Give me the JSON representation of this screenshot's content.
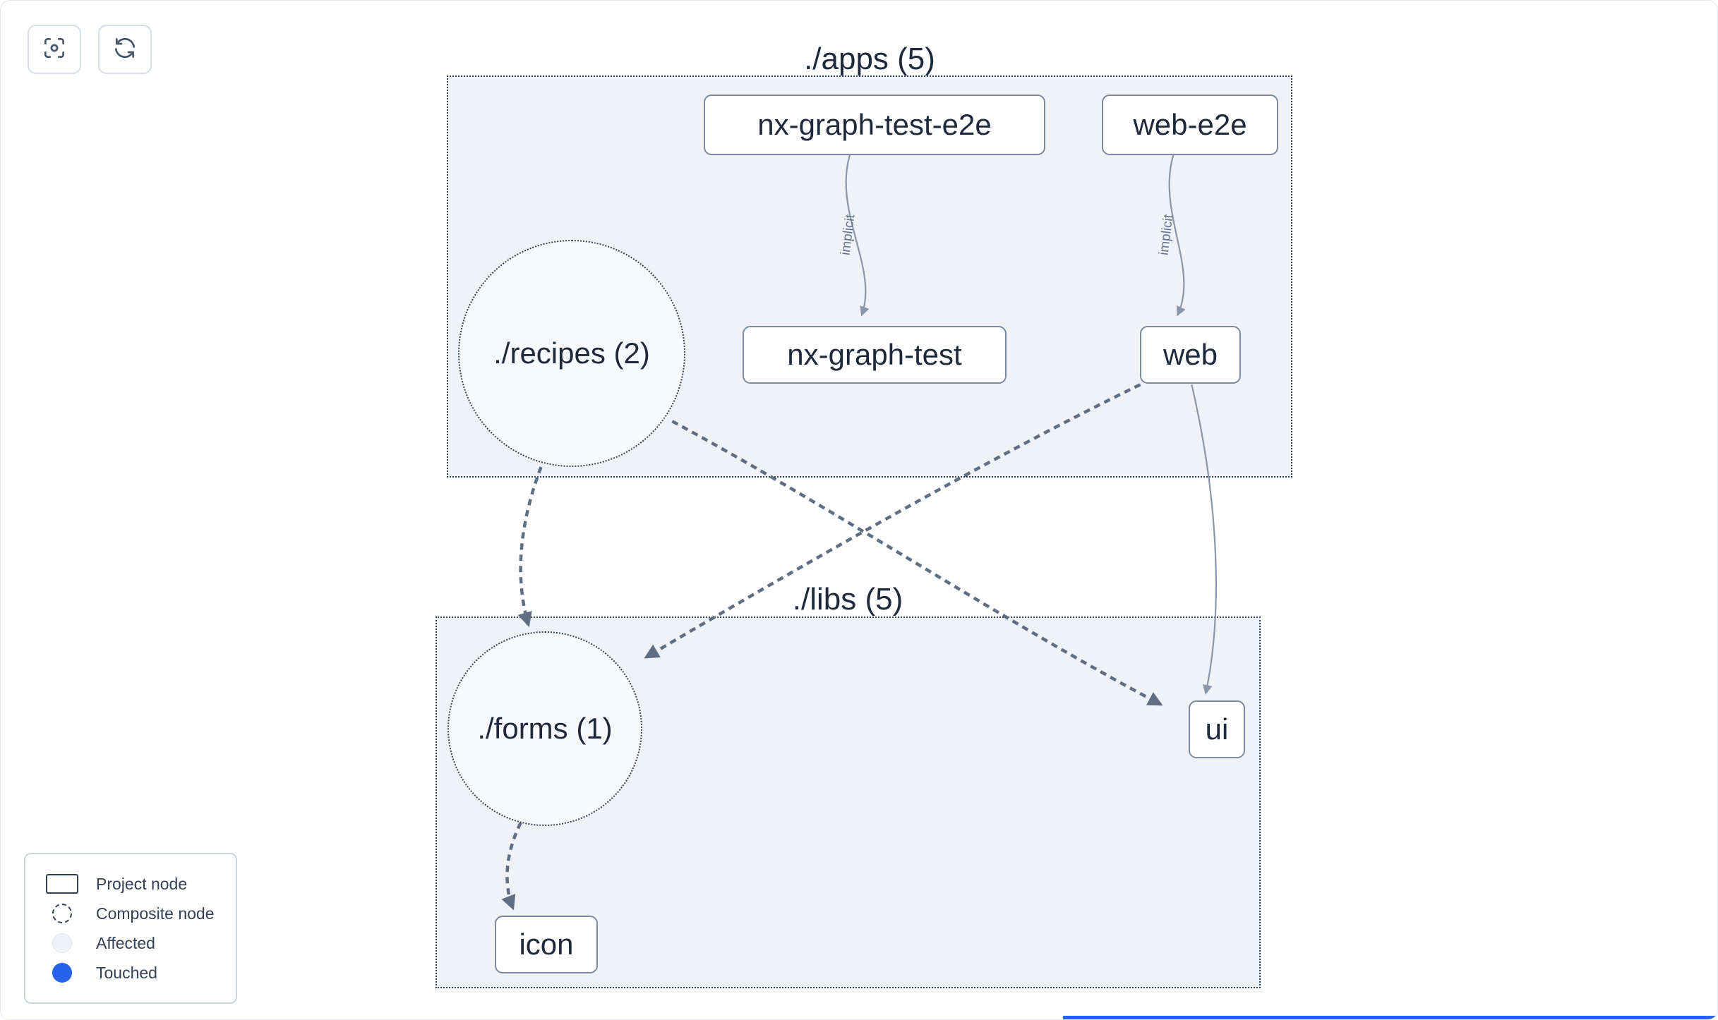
{
  "toolbar": {
    "buttons": [
      {
        "key": "focus",
        "icon": "focus-icon"
      },
      {
        "key": "refresh",
        "icon": "refresh-icon"
      }
    ]
  },
  "groups": {
    "apps": {
      "label": "./apps (5)"
    },
    "libs": {
      "label": "./libs (5)"
    }
  },
  "nodes": {
    "nx_graph_test_e2e": {
      "label": "nx-graph-test-e2e"
    },
    "web_e2e": {
      "label": "web-e2e"
    },
    "recipes": {
      "label": "./recipes (2)"
    },
    "nx_graph_test": {
      "label": "nx-graph-test"
    },
    "web": {
      "label": "web"
    },
    "forms": {
      "label": "./forms (1)"
    },
    "ui": {
      "label": "ui"
    },
    "icon": {
      "label": "icon"
    }
  },
  "edges": {
    "implicit_label": "implicit"
  },
  "legend": {
    "items": [
      {
        "key": "project",
        "label": "Project node"
      },
      {
        "key": "composite",
        "label": "Composite node"
      },
      {
        "key": "affected",
        "label": "Affected"
      },
      {
        "key": "touched",
        "label": "Touched"
      }
    ]
  },
  "colors": {
    "touched_blue": "#2563eb",
    "edge_gray": "#5f6e82",
    "group_fill": "#eff3f8",
    "bottom_accent": "#2563eb"
  }
}
